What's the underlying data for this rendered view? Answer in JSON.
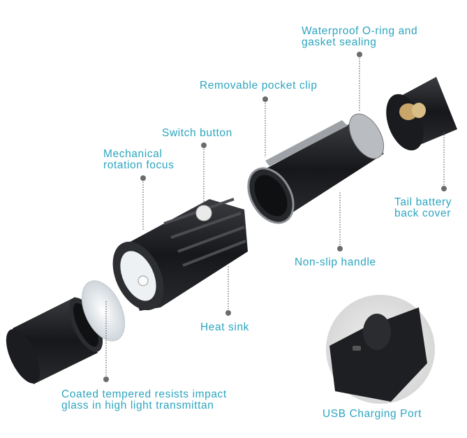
{
  "labels": {
    "oring_1": "Waterproof O-ring and",
    "oring_2": "gasket sealing",
    "clip": "Removable pocket clip",
    "switch": "Switch button",
    "focus_1": "Mechanical",
    "focus_2": "rotation focus",
    "tail_1": "Tail battery",
    "tail_2": "back cover",
    "handle": "Non-slip handle",
    "heatsink": "Heat sink",
    "glass_1": "Coated tempered resists impact",
    "glass_2": "glass in high light transmittan",
    "usb": "USB Charging Port"
  },
  "colors": {
    "label": "#2ba5bf",
    "metal": "#1e1f22",
    "pointer": "#6b6b6b"
  }
}
